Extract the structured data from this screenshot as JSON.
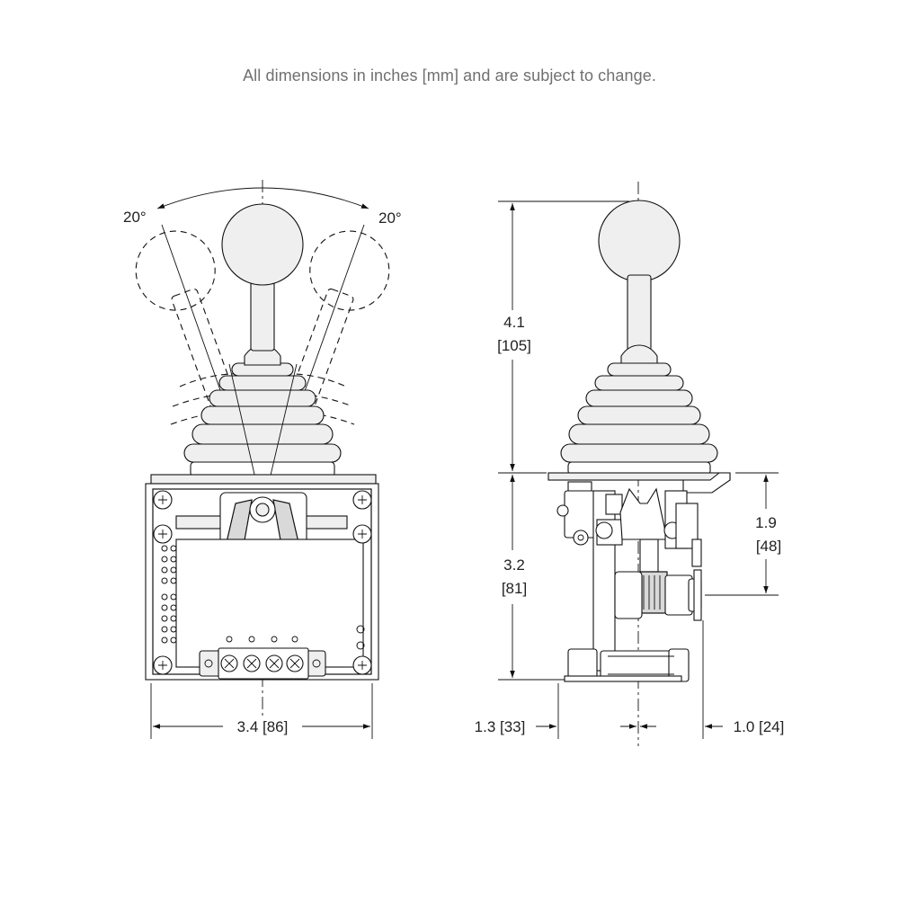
{
  "note": "All dimensions in inches [mm] and are subject to change.",
  "front_view": {
    "angle_left": "20°",
    "angle_right": "20°",
    "width_dim": "3.4 [86]"
  },
  "side_view": {
    "height_top_in": "4.1",
    "height_top_mm": "[105]",
    "height_body_in": "3.2",
    "height_body_mm": "[81]",
    "axis_height_in": "1.9",
    "axis_height_mm": "[48]",
    "depth_left": "1.3 [33]",
    "depth_right": "1.0 [24]"
  }
}
